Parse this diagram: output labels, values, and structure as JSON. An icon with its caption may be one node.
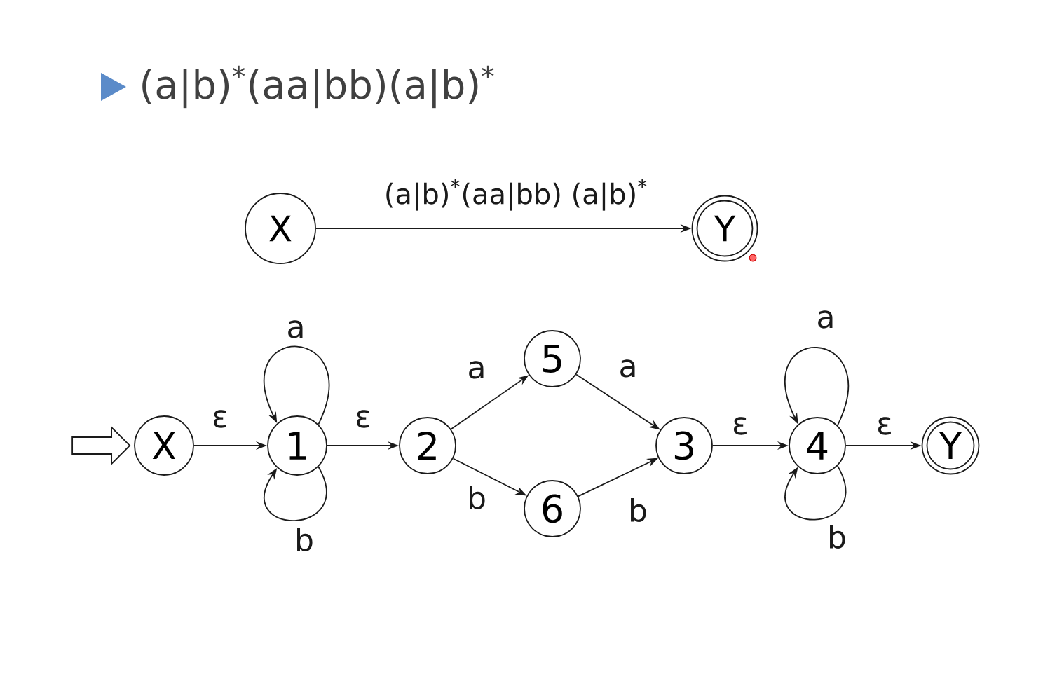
{
  "diagram": {
    "title": "(a|b)$^{*}$(aa|bb)(a|b)$^{*}$",
    "nodes": [
      {
        "text": [
          "X"
        ]
      },
      {
        "text": [
          "Y"
        ]
      },
      {
        "text": [
          "X"
        ]
      },
      {
        "text": [
          "1"
        ]
      },
      {
        "text": [
          "2"
        ]
      },
      {
        "text": [
          "5"
        ]
      },
      {
        "text": [
          "6"
        ]
      },
      {
        "text": [
          "3"
        ]
      },
      {
        "text": [
          "4"
        ]
      },
      {
        "text": [
          "Y"
        ]
      }
    ],
    "edges": [
      {
        "from": 0,
        "to": 1,
        "arrow": "to",
        "label": "(a|b)$^{*}$(aa|bb) (a|b)$^{*}$"
      },
      {
        "from": null,
        "to": 2,
        "arrow": "to"
      },
      {
        "from": 2,
        "to": 3,
        "arrow": "to",
        "label": "ε"
      },
      {
        "from": 3,
        "to": 3,
        "arrow": "to",
        "label": "a"
      },
      {
        "from": 3,
        "to": 3,
        "arrow": "to",
        "label": "b"
      },
      {
        "from": 3,
        "to": 4,
        "arrow": "to",
        "label": "ε"
      },
      {
        "from": 4,
        "to": 5,
        "arrow": "to",
        "label": "a"
      },
      {
        "from": 4,
        "to": 6,
        "arrow": "to",
        "label": "b"
      },
      {
        "from": 5,
        "to": 7,
        "arrow": "to",
        "label": "a"
      },
      {
        "from": 6,
        "to": 7,
        "arrow": "to",
        "label": "b"
      },
      {
        "from": 7,
        "to": 8,
        "arrow": "to",
        "label": "ε"
      },
      {
        "from": 8,
        "to": 8,
        "arrow": "to",
        "label": "a"
      },
      {
        "from": 8,
        "to": 8,
        "arrow": "to",
        "label": "b"
      },
      {
        "from": 8,
        "to": 9,
        "arrow": "to",
        "label": "ε"
      }
    ]
  }
}
